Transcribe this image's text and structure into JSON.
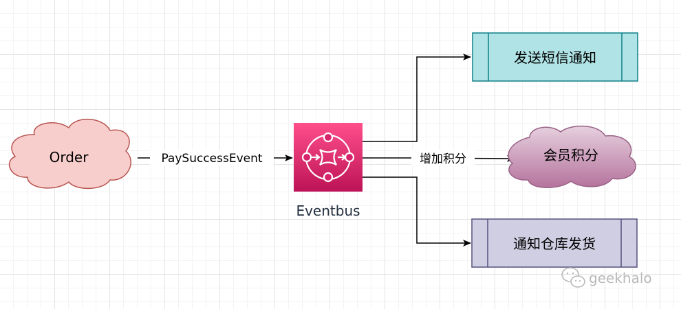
{
  "nodes": {
    "order": {
      "label": "Order",
      "fill": "#f8cecc",
      "stroke": "#b85450"
    },
    "eventbus": {
      "label": "Eventbus",
      "icon": "eventbridge-bus-icon",
      "fill_top": "#ff4f8b",
      "fill_bottom": "#bc1356"
    },
    "sms": {
      "label": "发送短信通知",
      "fill": "#b0e3e6",
      "stroke": "#0e8088"
    },
    "points": {
      "label": "会员积分",
      "fill_top": "#e6d0de",
      "fill_bottom": "#b5739d",
      "stroke": "#996185"
    },
    "warehouse": {
      "label": "通知仓库发货",
      "fill": "#d0cee2",
      "stroke": "#56517e"
    }
  },
  "edges": {
    "pay_event": {
      "label": "PaySuccessEvent"
    },
    "add_points": {
      "label": "增加积分"
    }
  },
  "watermark": {
    "icon": "wechat-icon",
    "text": "geekhalo"
  }
}
